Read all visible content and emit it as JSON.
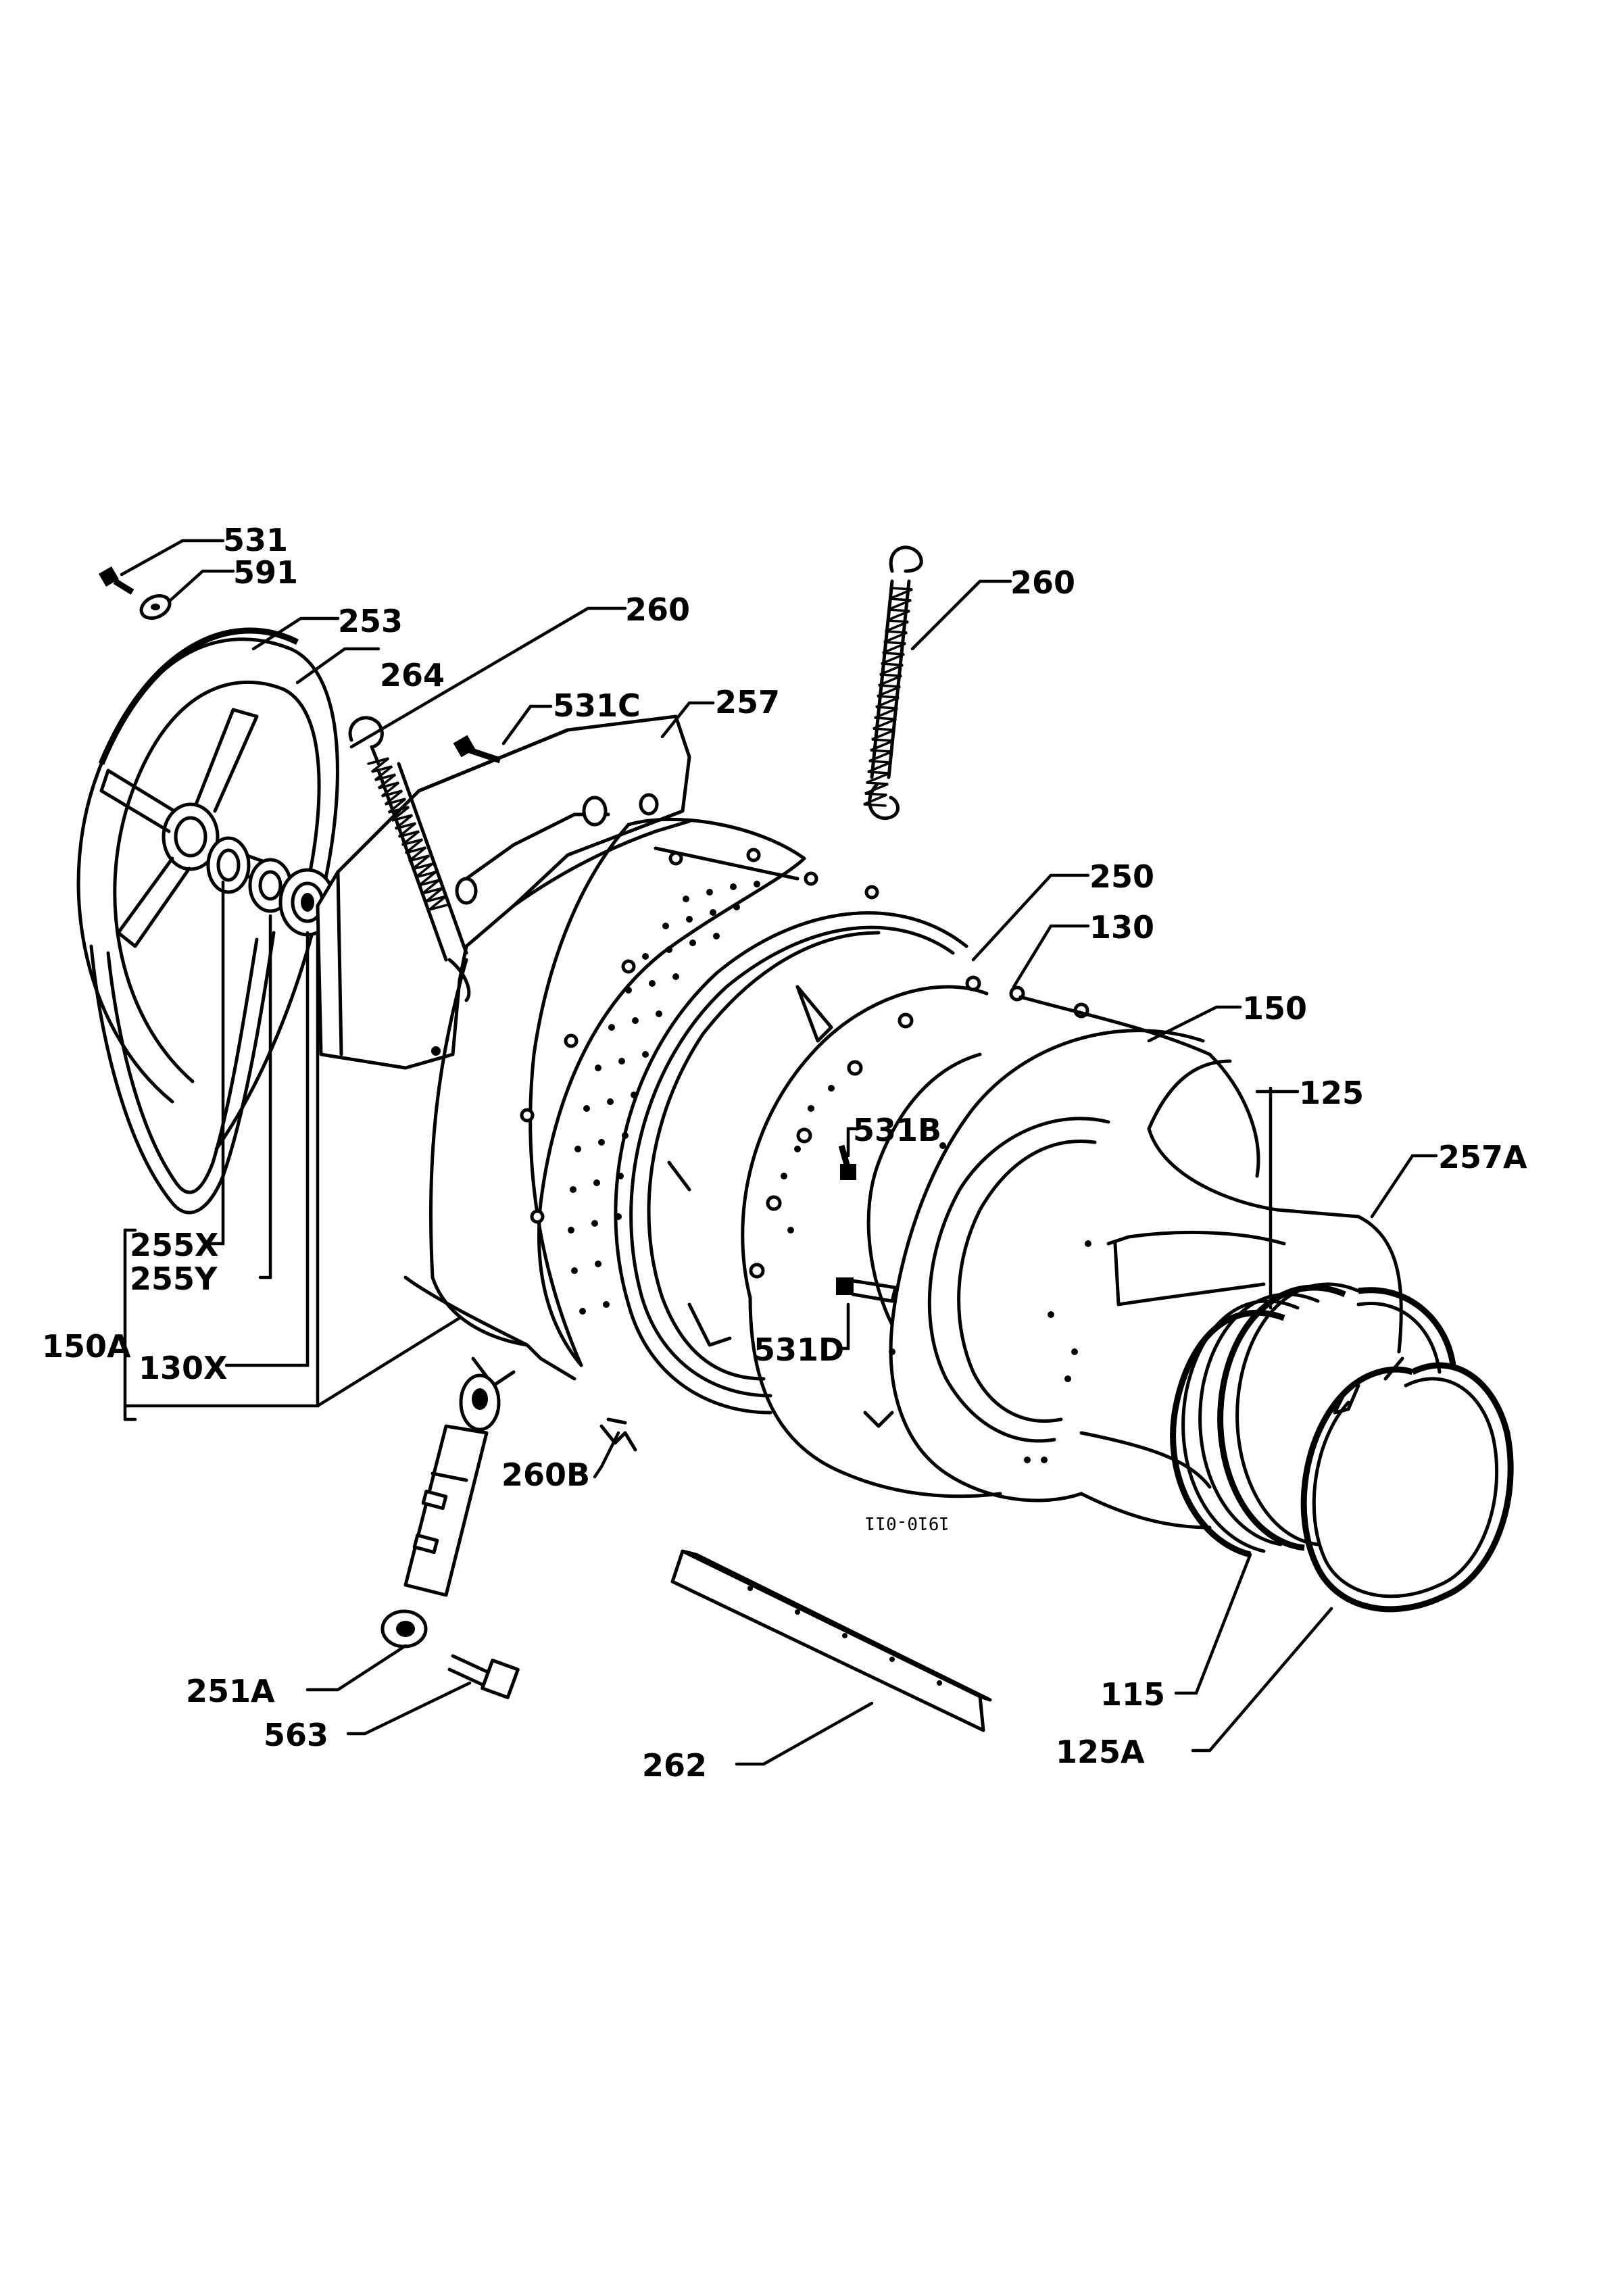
{
  "labels": {
    "p531": "531",
    "p591": "591",
    "p253": "253",
    "p264": "264",
    "p260_left": "260",
    "p531C": "531C",
    "p257": "257",
    "p260_right": "260",
    "p250": "250",
    "p130": "130",
    "p150": "150",
    "p125": "125",
    "p257A": "257A",
    "p531B": "531B",
    "p531D": "531D",
    "p255X": "255X",
    "p255Y": "255Y",
    "p150A": "150A",
    "p130X": "130X",
    "p260B": "260B",
    "p251A": "251A",
    "p563": "563",
    "p262": "262",
    "p115": "115",
    "p125A": "125A"
  },
  "drawing_stamp": "1910-011"
}
